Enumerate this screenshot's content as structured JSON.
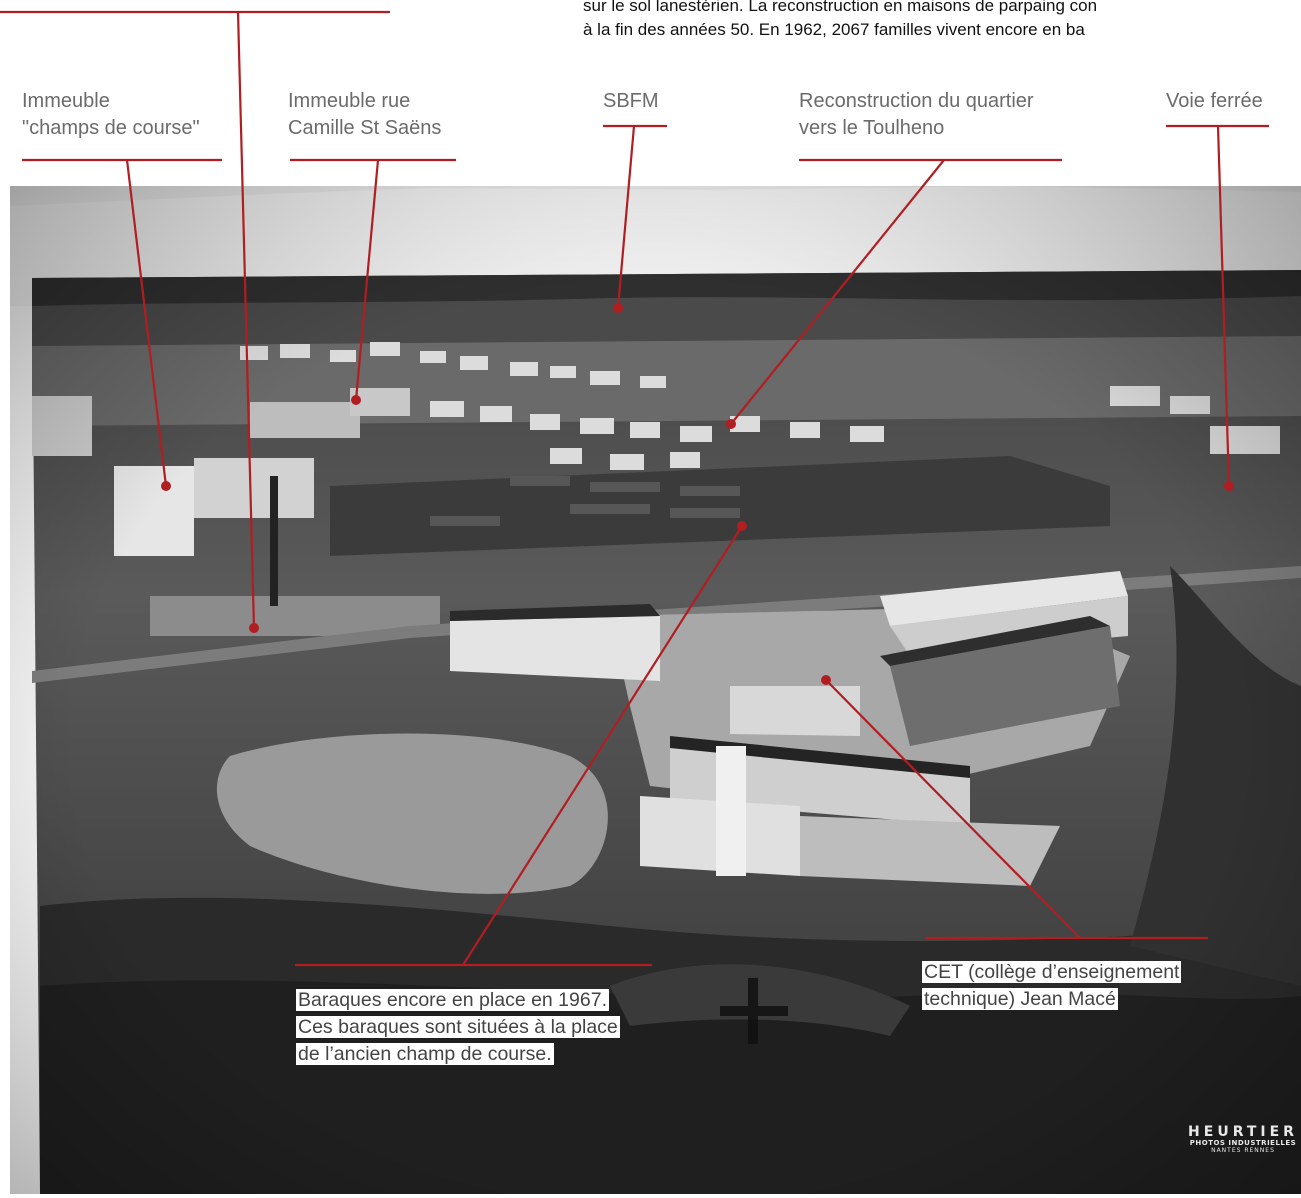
{
  "intro": {
    "line1": "sur le sol lanestérien. La reconstruction en maisons de parpaing con",
    "line2": "à la fin des années 50. En 1962, 2067 familles vivent encore en ba"
  },
  "labels": {
    "champs_line1": "Immeuble",
    "champs_line2": "\"champs de course\"",
    "camille_line1": "Immeuble rue",
    "camille_line2": "Camille St Saëns",
    "sbfm": "SBFM",
    "toulheno_line1": "Reconstruction du quartier",
    "toulheno_line2": "vers le Toulheno",
    "voie": "Voie ferrée"
  },
  "callouts": {
    "baraques_line1": "Baraques encore en place en 1967.",
    "baraques_line2": "Ces baraques sont situées à la place",
    "baraques_line3": "de l’ancien champ de course.",
    "cet_line1": "CET (collège d’enseignement",
    "cet_line2": "technique) Jean Macé"
  },
  "watermark": {
    "brand": "HEURTIER",
    "line2": "PHOTOS INDUSTRIELLES",
    "line3": "NANTES RENNES"
  },
  "colors": {
    "leader_line": "#b01e22",
    "label_text": "#6b6b6b"
  }
}
